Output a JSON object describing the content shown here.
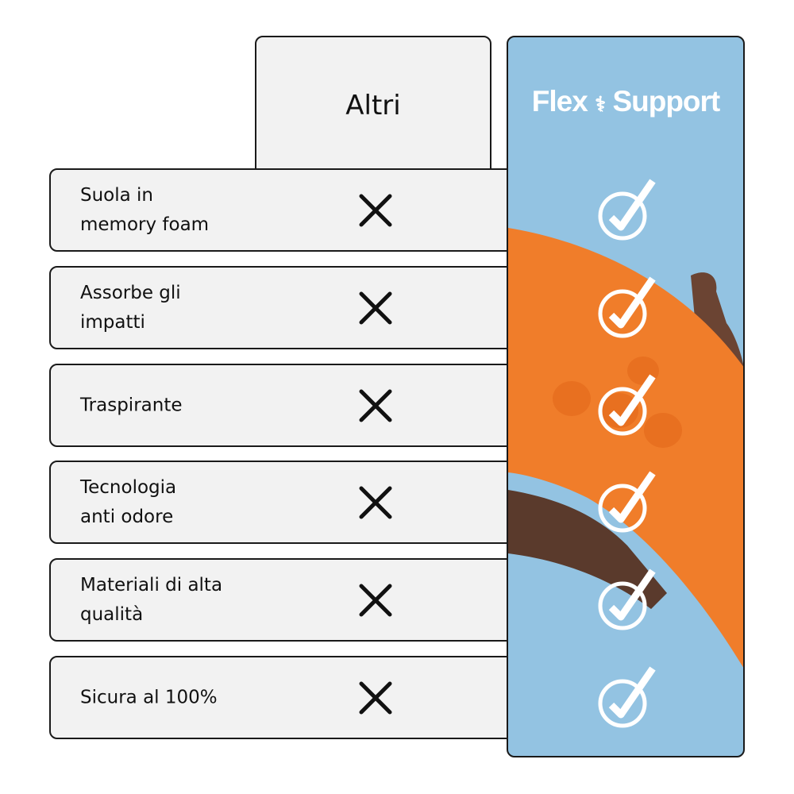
{
  "columns": {
    "others": "Altri",
    "brand": "Flex Support"
  },
  "brand_logo_text": [
    "Flex",
    "Support"
  ],
  "rows": [
    {
      "label": "Suola in\nmemory foam",
      "others": "no",
      "brand": "yes"
    },
    {
      "label": "Assorbe gli\nimpatti",
      "others": "no",
      "brand": "yes"
    },
    {
      "label": "Traspirante",
      "others": "no",
      "brand": "yes"
    },
    {
      "label": "Tecnologia\nanti odore",
      "others": "no",
      "brand": "yes"
    },
    {
      "label": "Materiali di alta\nqualità",
      "others": "no",
      "brand": "yes"
    },
    {
      "label": "Sicura al 100%",
      "others": "no",
      "brand": "yes"
    }
  ],
  "colors": {
    "panel": "#93c3e2",
    "insole": "#f07d2a",
    "row_bg": "#f2f2f2"
  }
}
